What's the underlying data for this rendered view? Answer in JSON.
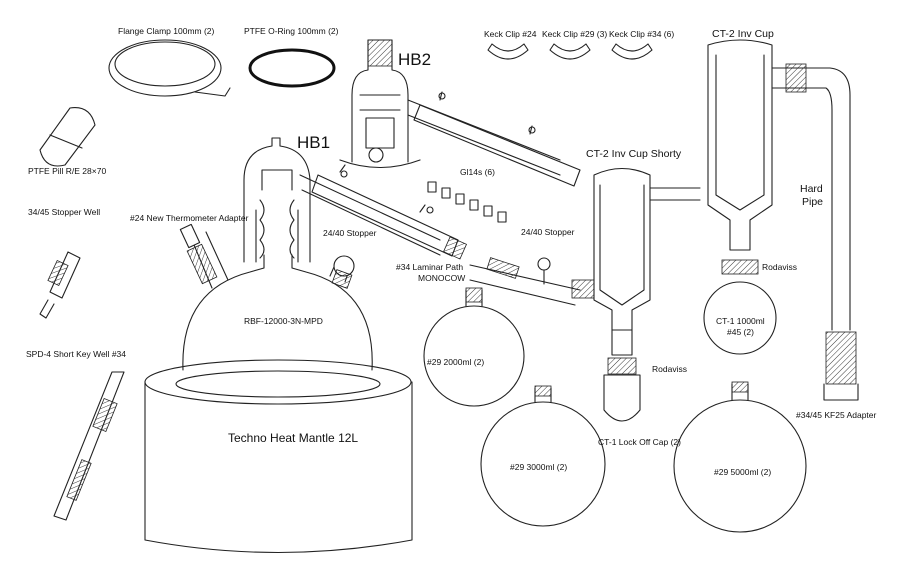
{
  "labels": {
    "flange_clamp": "Flange Clamp 100mm (2)",
    "ptfe_oring": "PTFE O-Ring 100mm (2)",
    "keck_24": "Keck Clip #24",
    "keck_29": "Keck Clip #29 (3)",
    "keck_34": "Keck Clip #34 (6)",
    "ct2_inv_cup": "CT-2 Inv Cup",
    "hb2": "HB2",
    "hb1": "HB1",
    "ptfe_pill": "PTFE Pill R/E 28×70",
    "ct2_inv_cup_shorty": "CT-2 Inv Cup Shorty",
    "gl14s": "Gl14s (6)",
    "hard_pipe_line1": "Hard",
    "hard_pipe_line2": "Pipe",
    "stopper_well_3445": "34/45 Stopper Well",
    "thermometer_adapter": "#24 New Thermometer Adapter",
    "stopper_2440_a": "24/40 Stopper",
    "stopper_2440_b": "24/40 Stopper",
    "laminar_path_line1": "#34 Laminar Path",
    "laminar_path_line2": "MONOCOW",
    "rodaviss_a": "Rodaviss",
    "rodaviss_b": "Rodaviss",
    "rbf": "RBF-12000-3N-MPD",
    "ct1_1000_line1": "CT-1 1000ml",
    "ct1_1000_line2": "#45 (2)",
    "flask_2000": "#29 2000ml (2)",
    "spd4": "SPD-4 Short Key Well #34",
    "ct1_lockoff": "CT-1 Lock Off Cap (2)",
    "kf25_adapter": "#34/45 KF25 Adapter",
    "heat_mantle": "Techno Heat Mantle 12L",
    "flask_3000": "#29 3000ml (2)",
    "flask_5000": "#29 5000ml (2)"
  },
  "colors": {
    "line": "#222222",
    "background": "#ffffff"
  }
}
